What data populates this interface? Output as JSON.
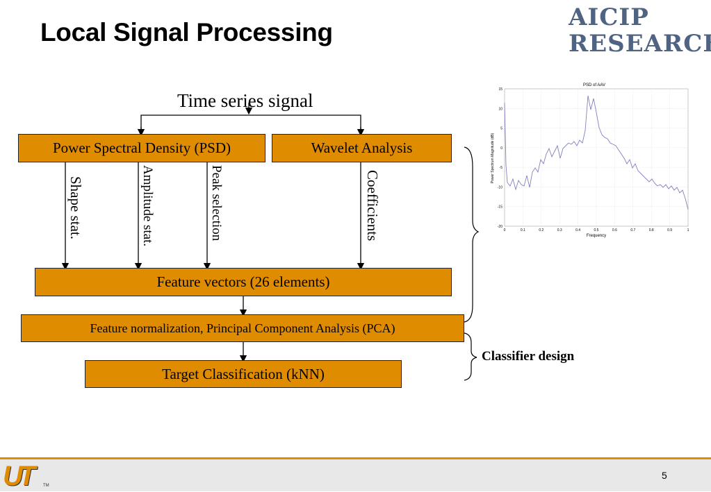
{
  "slide": {
    "title": "Local Signal Processing",
    "logo_line1": "AICIP",
    "logo_line2": "RESEARCH",
    "page_number": "5"
  },
  "diagram": {
    "input_label": "Time series signal",
    "psd_box": "Power Spectral Density (PSD)",
    "wavelet_box": "Wavelet Analysis",
    "edge_shape": "Shape stat.",
    "edge_amplitude": "Amplitude stat.",
    "edge_peak": "Peak selection",
    "edge_coefficients": "Coefficients",
    "feature_box": "Feature vectors (26 elements)",
    "normalization_box": "Feature normalization, Principal Component Analysis (PCA)",
    "classification_box": "Target Classification (kNN)",
    "brace_label": "Classifier design"
  },
  "psd_plot": {
    "title": "PSD of AAV",
    "xlabel": "Frequency",
    "ylabel": "Power Spectrum Magnitude (dB)",
    "x_ticks": [
      "0",
      "0.1",
      "0.2",
      "0.3",
      "0.4",
      "0.5",
      "0.6",
      "0.7",
      "0.8",
      "0.9",
      "1"
    ],
    "y_ticks": [
      "15",
      "10",
      "5",
      "0",
      "-5",
      "-10",
      "-15",
      "-20"
    ],
    "xlim": [
      0,
      1
    ],
    "ylim": [
      -20,
      15
    ],
    "line_color": "#8080c0"
  },
  "colors": {
    "box_fill": "#e08c00",
    "footer_line": "#e08c00",
    "logo": "#4f6482"
  }
}
